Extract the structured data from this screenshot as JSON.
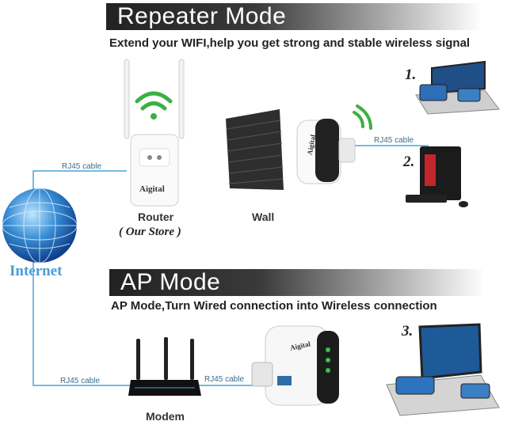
{
  "repeater": {
    "title": "Repeater Mode",
    "subtitle": "Extend your WIFI,help you get strong and stable wireless signal",
    "router_label": "Router",
    "store_label": "( Our Store )",
    "wall_label": "Wall",
    "cable_left": "RJ45 cable",
    "cable_right": "RJ45 cable",
    "num1": "1.",
    "num2": "2.",
    "brand_router": "Aigital",
    "brand_extender": "Aigital"
  },
  "ap": {
    "title": "AP Mode",
    "subtitle": "AP Mode,Turn Wired connection into Wireless connection",
    "cable_left": "RJ45 cable",
    "cable_right": "RJ45 cable",
    "modem_label": "Modem",
    "num3": "3.",
    "brand_extender": "Aigital"
  },
  "internet_label": "Internet",
  "colors": {
    "cable": "#4aa3d8",
    "wifi": "#3cb043",
    "led": "#35c24a"
  }
}
